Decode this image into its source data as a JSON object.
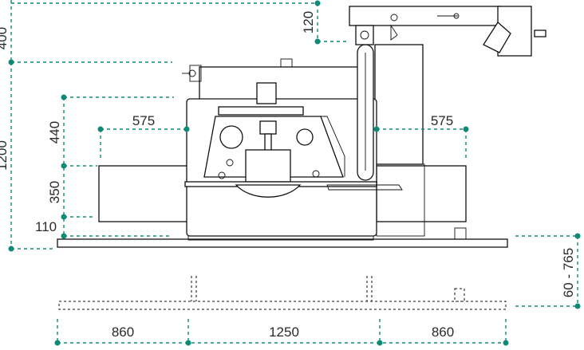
{
  "colors": {
    "dimension": "#0f8a78",
    "machine_line": "#111111",
    "text": "#2a2a2a",
    "background": "#ffffff"
  },
  "dimensions": {
    "left_top_400": "400",
    "arm_height_120": "120",
    "total_height_1200": "1200",
    "upper_440": "440",
    "middle_350": "350",
    "bottom_110": "110",
    "left_width_575": "575",
    "right_width_575": "575",
    "floor_gap": "60 - 765",
    "bottom_left_860": "860",
    "bottom_center_1250": "1250",
    "bottom_right_860": "860"
  }
}
